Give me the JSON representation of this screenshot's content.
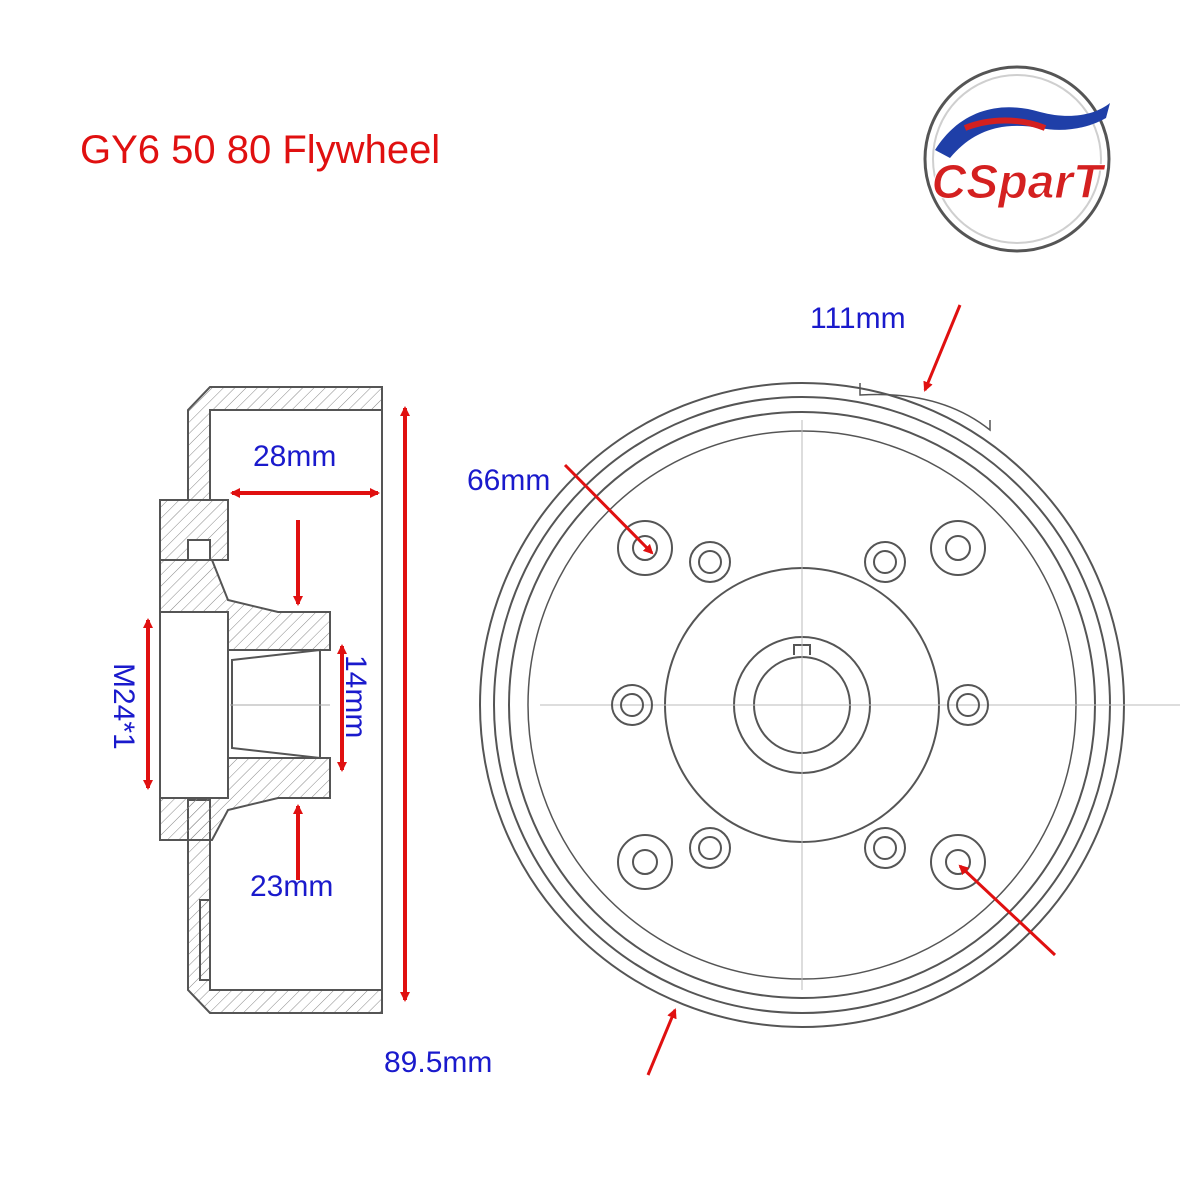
{
  "title": "GY6 50 80 Flywheel",
  "logo": {
    "text": "CSparT"
  },
  "dimensions": {
    "inner_depth": "28mm",
    "boss_width": "14mm",
    "thread": "M24*1",
    "hub_diameter": "23mm",
    "side_height": "89.5mm",
    "outer_diameter": "111mm",
    "bolt_circle": "66mm"
  },
  "colors": {
    "title": "#e01010",
    "dimension_text": "#1a1acc",
    "arrow": "#e01010",
    "line": "#555555",
    "logo_accent": "#d42020",
    "logo_blue": "#1f3fa8"
  }
}
